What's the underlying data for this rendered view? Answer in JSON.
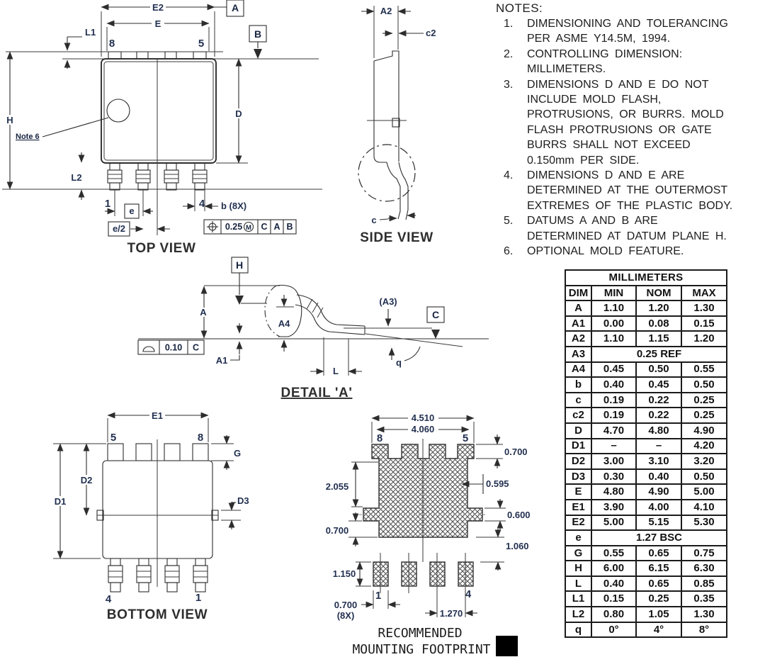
{
  "top_view": {
    "label": "TOP VIEW",
    "dim_e2": "E2",
    "dim_e": "E",
    "dim_l1": "L1",
    "dim_h": "H",
    "dim_d": "D",
    "dim_l2": "L2",
    "pitch_label": "e",
    "half_pitch_label": "e/2",
    "lead_width_label": "b (8X)",
    "pin_8": "8",
    "pin_5": "5",
    "pin_1": "1",
    "pin_4": "4",
    "datum_a": "A",
    "datum_b": "B",
    "note_ref": "Note 6",
    "fcf": {
      "tolerance": "0.25",
      "modifier": "M",
      "datum_1": "C",
      "datum_2": "A",
      "datum_3": "B"
    }
  },
  "side_view": {
    "label": "SIDE VIEW",
    "dim_a2": "A2",
    "dim_c2": "c2",
    "dim_c": "c"
  },
  "detail_a": {
    "label": "DETAIL 'A'",
    "datum_h": "H",
    "datum_c": "C",
    "dim_a": "A",
    "dim_a1": "A1",
    "dim_a4": "A4",
    "dim_a3": "(A3)",
    "dim_l": "L",
    "dim_q": "q",
    "fcf_tolerance": "0.10",
    "fcf_datum": "C"
  },
  "bottom_view": {
    "label": "BOTTOM VIEW",
    "dim_e1": "E1",
    "dim_d1": "D1",
    "dim_d2": "D2",
    "dim_d3": "D3",
    "dim_g": "G",
    "pin_5": "5",
    "pin_8": "8",
    "pin_4": "4",
    "pin_1": "1"
  },
  "footprint": {
    "label_line1": "RECOMMENDED",
    "label_line2": "MOUNTING FOOTPRINT",
    "pin_8": "8",
    "pin_5": "5",
    "pin_1": "1",
    "pin_4": "4",
    "dims": {
      "outer_width": "4.510",
      "inner_width": "4.060",
      "top_pad_height": "0.700",
      "body_height": "2.055",
      "side_offset": "0.595",
      "wing_height": "0.600",
      "lower_height": "0.700",
      "pad_gap": "1.060",
      "pad_height": "1.150",
      "pad_width": "0.700",
      "pad_width_count": "(8X)",
      "pad_pitch": "1.270"
    }
  },
  "notes": {
    "title": "NOTES:",
    "items": [
      {
        "num": "1.",
        "text": "DIMENSIONING AND TOLERANCING\nPER ASME Y14.5M, 1994."
      },
      {
        "num": "2.",
        "text": "CONTROLLING DIMENSION:\nMILLIMETERS."
      },
      {
        "num": "3.",
        "text": "DIMENSIONS D AND E DO NOT\nINCLUDE MOLD FLASH,\nPROTRUSIONS, OR BURRS. MOLD\nFLASH PROTRUSIONS OR GATE\nBURRS SHALL NOT EXCEED\n0.150mm PER SIDE."
      },
      {
        "num": "4.",
        "text": "DIMENSIONS D AND E ARE\nDETERMINED AT THE OUTERMOST\nEXTREMES OF THE PLASTIC BODY."
      },
      {
        "num": "5.",
        "text": "DATUMS A AND B ARE\nDETERMINED AT DATUM PLANE H."
      },
      {
        "num": "6.",
        "text": "OPTIONAL MOLD FEATURE."
      }
    ]
  },
  "table": {
    "title": "MILLIMETERS",
    "headers": [
      "DIM",
      "MIN",
      "NOM",
      "MAX"
    ],
    "rows": [
      [
        "A",
        "1.10",
        "1.20",
        "1.30"
      ],
      [
        "A1",
        "0.00",
        "0.08",
        "0.15"
      ],
      [
        "A2",
        "1.10",
        "1.15",
        "1.20"
      ],
      [
        "A3",
        "0.25 REF"
      ],
      [
        "A4",
        "0.45",
        "0.50",
        "0.55"
      ],
      [
        "b",
        "0.40",
        "0.45",
        "0.50"
      ],
      [
        "c",
        "0.19",
        "0.22",
        "0.25"
      ],
      [
        "c2",
        "0.19",
        "0.22",
        "0.25"
      ],
      [
        "D",
        "4.70",
        "4.80",
        "4.90"
      ],
      [
        "D1",
        "–",
        "–",
        "4.20"
      ],
      [
        "D2",
        "3.00",
        "3.10",
        "3.20"
      ],
      [
        "D3",
        "0.30",
        "0.40",
        "0.50"
      ],
      [
        "E",
        "4.80",
        "4.90",
        "5.00"
      ],
      [
        "E1",
        "3.90",
        "4.00",
        "4.10"
      ],
      [
        "E2",
        "5.00",
        "5.15",
        "5.30"
      ],
      [
        "e",
        "1.27 BSC"
      ],
      [
        "G",
        "0.55",
        "0.65",
        "0.75"
      ],
      [
        "H",
        "6.00",
        "6.15",
        "6.30"
      ],
      [
        "L",
        "0.40",
        "0.65",
        "0.85"
      ],
      [
        "L1",
        "0.15",
        "0.25",
        "0.35"
      ],
      [
        "L2",
        "0.80",
        "1.05",
        "1.30"
      ],
      [
        "q",
        "0°",
        "4°",
        "8°"
      ]
    ]
  }
}
